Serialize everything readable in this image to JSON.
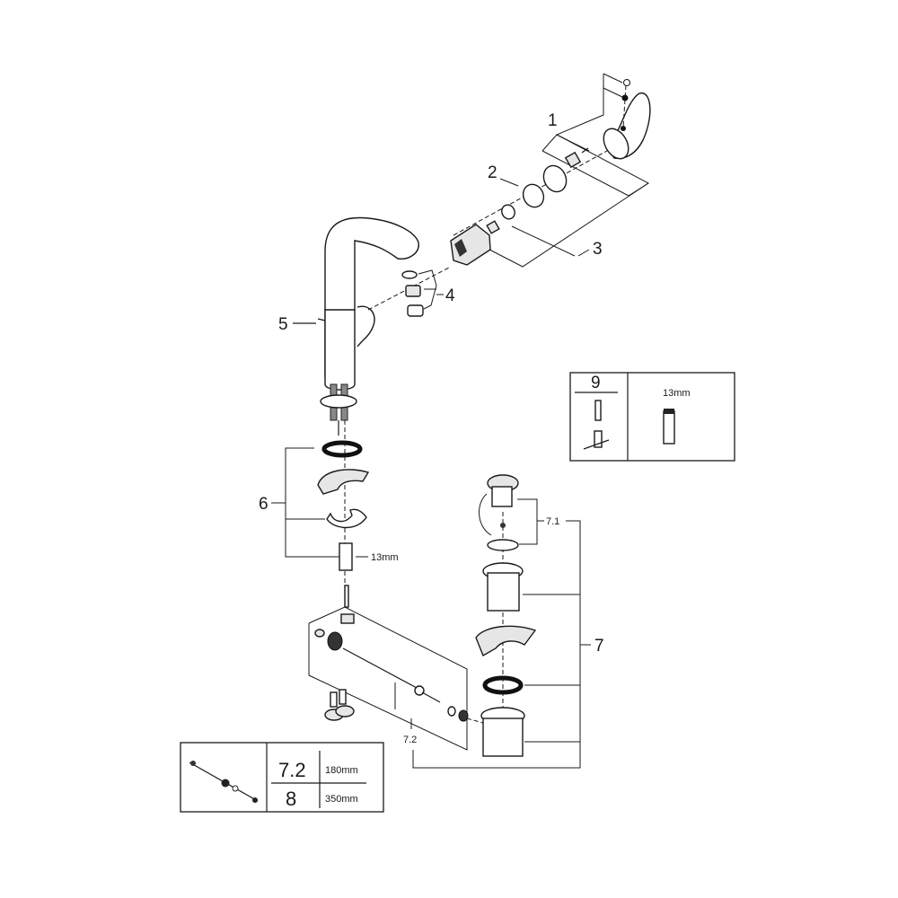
{
  "diagram": {
    "type": "exploded-parts-diagram",
    "subject": "single-lever basin mixer faucet with pop-up waste",
    "callouts": [
      {
        "id": "1",
        "label": "1"
      },
      {
        "id": "2",
        "label": "2"
      },
      {
        "id": "3",
        "label": "3"
      },
      {
        "id": "4",
        "label": "4"
      },
      {
        "id": "5",
        "label": "5"
      },
      {
        "id": "6",
        "label": "6"
      },
      {
        "id": "7",
        "label": "7"
      },
      {
        "id": "7.1",
        "label": "7.1"
      },
      {
        "id": "7.2",
        "label": "7.2"
      }
    ],
    "dimension_labels": {
      "mounting_nut": "13mm"
    },
    "tool_box": {
      "number": "9",
      "size": "13mm"
    },
    "rod_table": {
      "rows": [
        {
          "part": "7.2",
          "length": "180mm"
        },
        {
          "part": "8",
          "length": "350mm"
        }
      ]
    }
  }
}
